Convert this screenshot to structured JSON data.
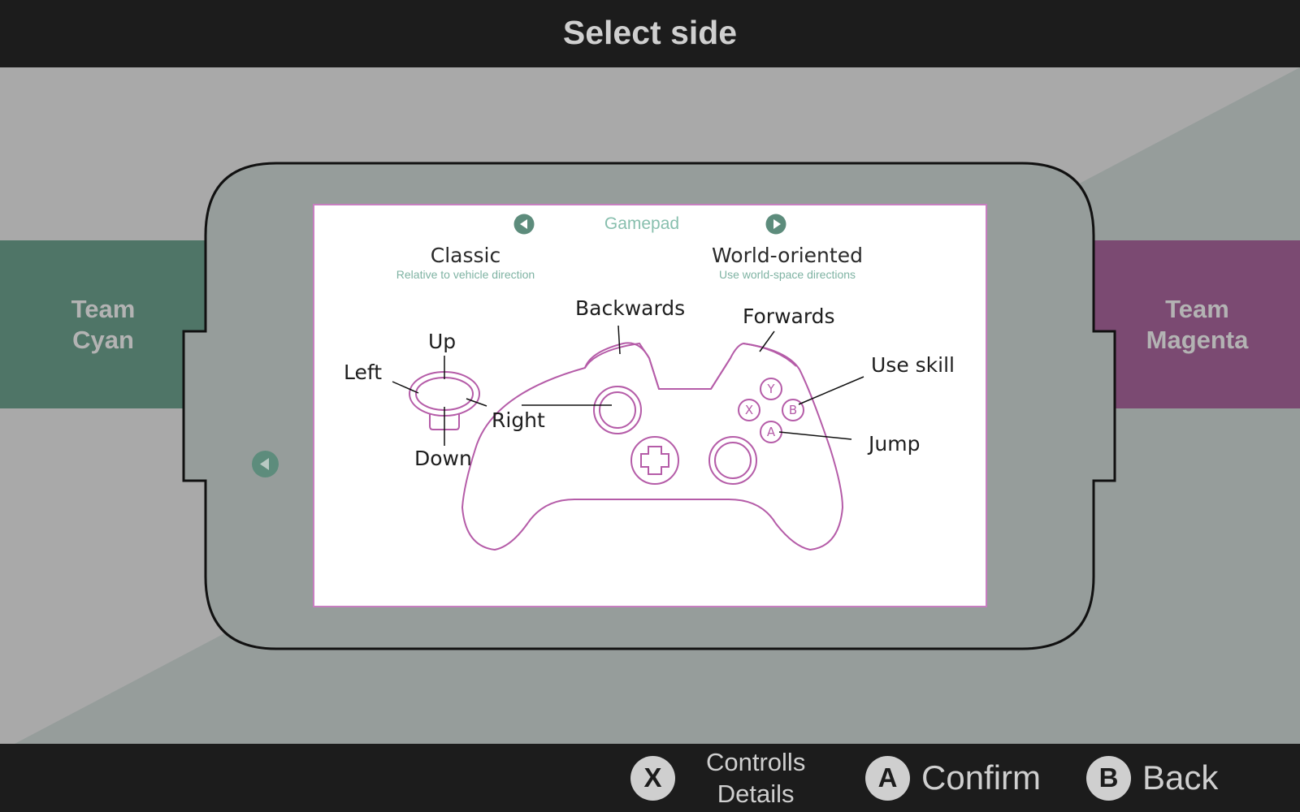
{
  "header": {
    "title": "Select side"
  },
  "teams": {
    "left": {
      "line1": "Team",
      "line2": "Cyan"
    },
    "right": {
      "line1": "Team",
      "line2": "Magenta"
    }
  },
  "controls_panel": {
    "category": "Gamepad",
    "modes": [
      {
        "title": "Classic",
        "subtitle": "Relative to vehicle direction"
      },
      {
        "title": "World-oriented",
        "subtitle": "Use world-space directions"
      }
    ],
    "stick_labels": {
      "up": "Up",
      "left": "Left",
      "right": "Right",
      "down": "Down"
    },
    "controller_labels": {
      "backwards": "Backwards",
      "forwards": "Forwards",
      "use_skill": "Use skill",
      "jump": "Jump"
    },
    "face_buttons": {
      "y": "Y",
      "x": "X",
      "b": "B",
      "a": "A"
    }
  },
  "footer": {
    "hints": [
      {
        "key": "X",
        "line1": "Controlls",
        "line2": "Details"
      },
      {
        "key": "A",
        "label": "Confirm"
      },
      {
        "key": "B",
        "label": "Back"
      }
    ]
  },
  "colors": {
    "cyan_team": "#4f7567",
    "magenta_team": "#7b4a72",
    "accent_green": "#5d8c7c",
    "controller_outline": "#b55ca8",
    "bar": "#1c1c1c"
  }
}
